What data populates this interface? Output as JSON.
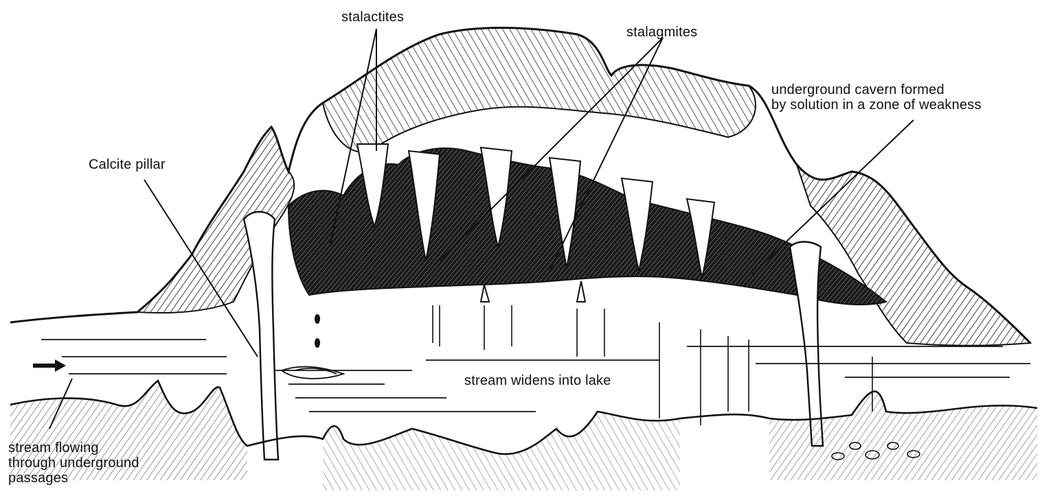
{
  "diagram": {
    "labels": {
      "stalactites": "stalactites",
      "stalagmites": "stalagmites",
      "cavern_line1": "underground cavern formed",
      "cavern_line2": "by solution in a zone of weakness",
      "calcite_pillar": "Calcite pillar",
      "lake": "stream widens into lake",
      "stream_line1": "stream  flowing",
      "stream_line2": "through underground",
      "stream_line3": "passages"
    },
    "colors": {
      "ink": "#111111",
      "shade": "#1a1a1a",
      "paper": "#ffffff"
    }
  }
}
